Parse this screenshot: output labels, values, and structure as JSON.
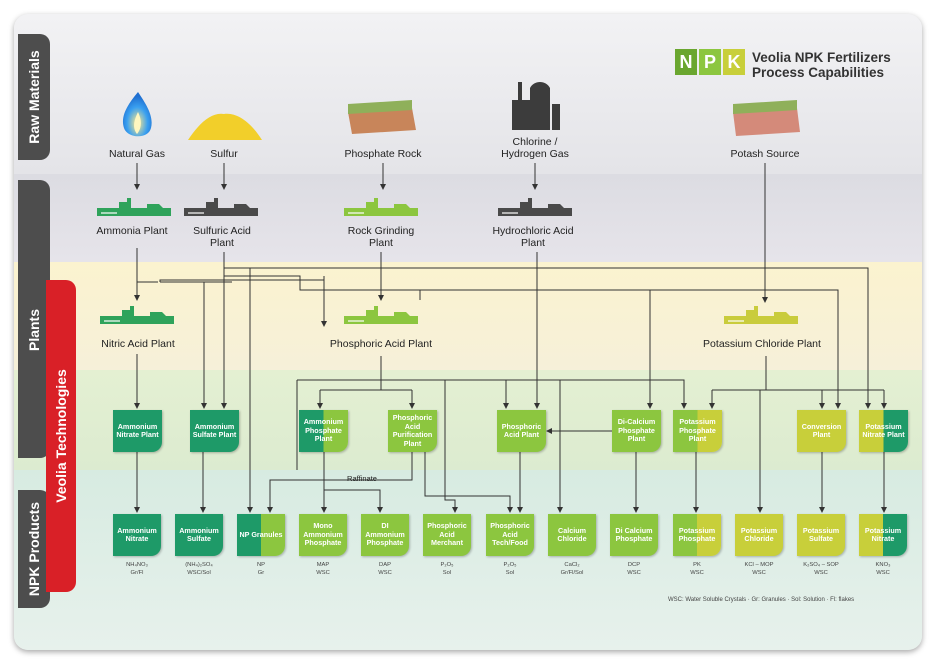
{
  "title": {
    "line1": "Veolia NPK Fertilizers",
    "line2": "Process Capabilities"
  },
  "logo": {
    "letters": [
      "N",
      "P",
      "K"
    ],
    "colors": [
      "#6aa62f",
      "#8cc63f",
      "#c8cf3a"
    ]
  },
  "side_tabs": {
    "raw_materials": "Raw Materials",
    "plants": "Plants",
    "veolia_technologies": "Veolia Technologies",
    "npk_products": "NPK Products"
  },
  "raw_materials": {
    "natural_gas": "Natural Gas",
    "sulfur": "Sulfur",
    "phosphate_rock": "Phosphate Rock",
    "chlorine_hydrogen_gas": "Chlorine / Hydrogen Gas",
    "potash_source": "Potash Source"
  },
  "plants": {
    "ammonia": "Ammonia Plant",
    "sulfuric_acid": "Sulfuric Acid Plant",
    "rock_grinding": "Rock Grinding Plant",
    "hydrochloric_acid": "Hydrochloric Acid Plant",
    "nitric_acid": "Nitric Acid Plant",
    "phosphoric_acid": "Phosphoric Acid Plant",
    "potassium_chloride": "Potassium Chloride Plant"
  },
  "technologies": {
    "ammonium_nitrate": "Ammonium Nitrate Plant",
    "ammonium_sulfate": "Ammonium Sulfate Plant",
    "ammonium_phosphate": "Ammonium Phosphate Plant",
    "phosphoric_acid_purification": "Phosphoric Acid Purification Plant",
    "phosphoric_acid": "Phosphoric Acid Plant",
    "di_calcium_phosphate": "Di-Calcium Phosphate Plant",
    "potassium_phosphate": "Potassium Phosphate Plant",
    "conversion": "Conversion Plant",
    "potassium_nitrate": "Potassium Nitrate Plant"
  },
  "raffinate_label": "Raffinate",
  "products": [
    {
      "name": "Ammonium Nitrate",
      "formula": "NH₄NO₃",
      "form": "Gr/Fl"
    },
    {
      "name": "Ammonium Sulfate",
      "formula": "(NH₄)₂SO₄",
      "form": "WSC/Sol"
    },
    {
      "name": "NP Granules",
      "formula": "NP",
      "form": "Gr"
    },
    {
      "name": "Mono Ammonium Phosphate",
      "formula": "MAP",
      "form": "WSC"
    },
    {
      "name": "DI Ammonium Phosphate",
      "formula": "DAP",
      "form": "WSC"
    },
    {
      "name": "Phosphoric Acid Merchant",
      "formula": "P₂O₅",
      "form": "Sol"
    },
    {
      "name": "Phosphoric Acid Tech/Food",
      "formula": "P₂O₅",
      "form": "Sol"
    },
    {
      "name": "Calcium Chloride",
      "formula": "CaCl₂",
      "form": "Gr/Fl/Sol"
    },
    {
      "name": "Di Calcium Phosphate",
      "formula": "DCP",
      "form": "WSC"
    },
    {
      "name": "Potassium Phosphate",
      "formula": "PK",
      "form": "WSC"
    },
    {
      "name": "Potassium Chloride",
      "formula": "KCl – MOP",
      "form": "WSC"
    },
    {
      "name": "Potassium Sulfate",
      "formula": "K₂SO₄ – SOP",
      "form": "WSC"
    },
    {
      "name": "Potassium Nitrate",
      "formula": "KNO₃",
      "form": "WSC"
    }
  ],
  "legend": "WSC: Water Soluble Crystals  ·  Gr: Granules  ·  Sol: Solution  ·  Fl: flakes",
  "colors": {
    "dark_green": "#1e9a68",
    "mid_green": "#4bae4f",
    "light_green": "#8cc63f",
    "yellow_green": "#c8cf3a",
    "plant_grey": "#4a4a4a",
    "plant_green": "#2fa35b",
    "plant_lime": "#8cc63f",
    "plant_yellow": "#c9cc3c",
    "tab_grey": "#4d4d4d",
    "tab_red": "#d92027"
  }
}
